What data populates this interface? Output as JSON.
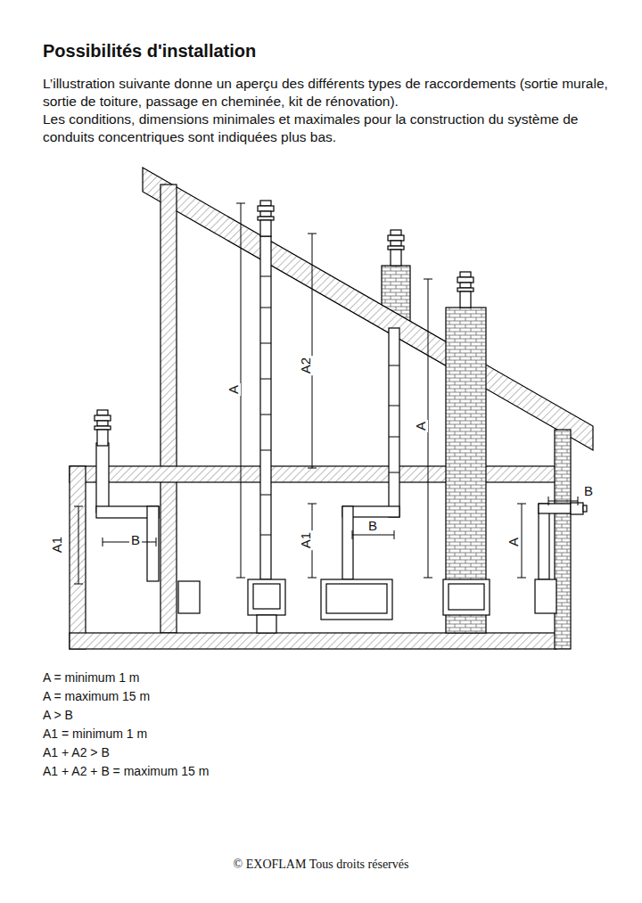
{
  "diagram": {
    "title": "Possibilités d'installation",
    "labels": [
      "L’illustration suivante donne un aperçu des différents types de raccordements (sortie murale, sortie de toiture, passage en cheminée, kit de rénovation).",
      "Les conditions, dimensions minimales et maximales pour la construction du système de conduits concentriques sont indiquées plus bas.",
      "A1",
      "B",
      "A",
      "A2",
      "A1",
      "B",
      "A",
      "A",
      "B",
      "A = minimum 1 m",
      "A = maximum 15 m",
      "A > B",
      "A1 = minimum 1 m",
      "A1 + A2 > B",
      "A1 + A2 + B = maximum 15 m",
      "© EXOFLAM Tous droits réservés"
    ]
  }
}
